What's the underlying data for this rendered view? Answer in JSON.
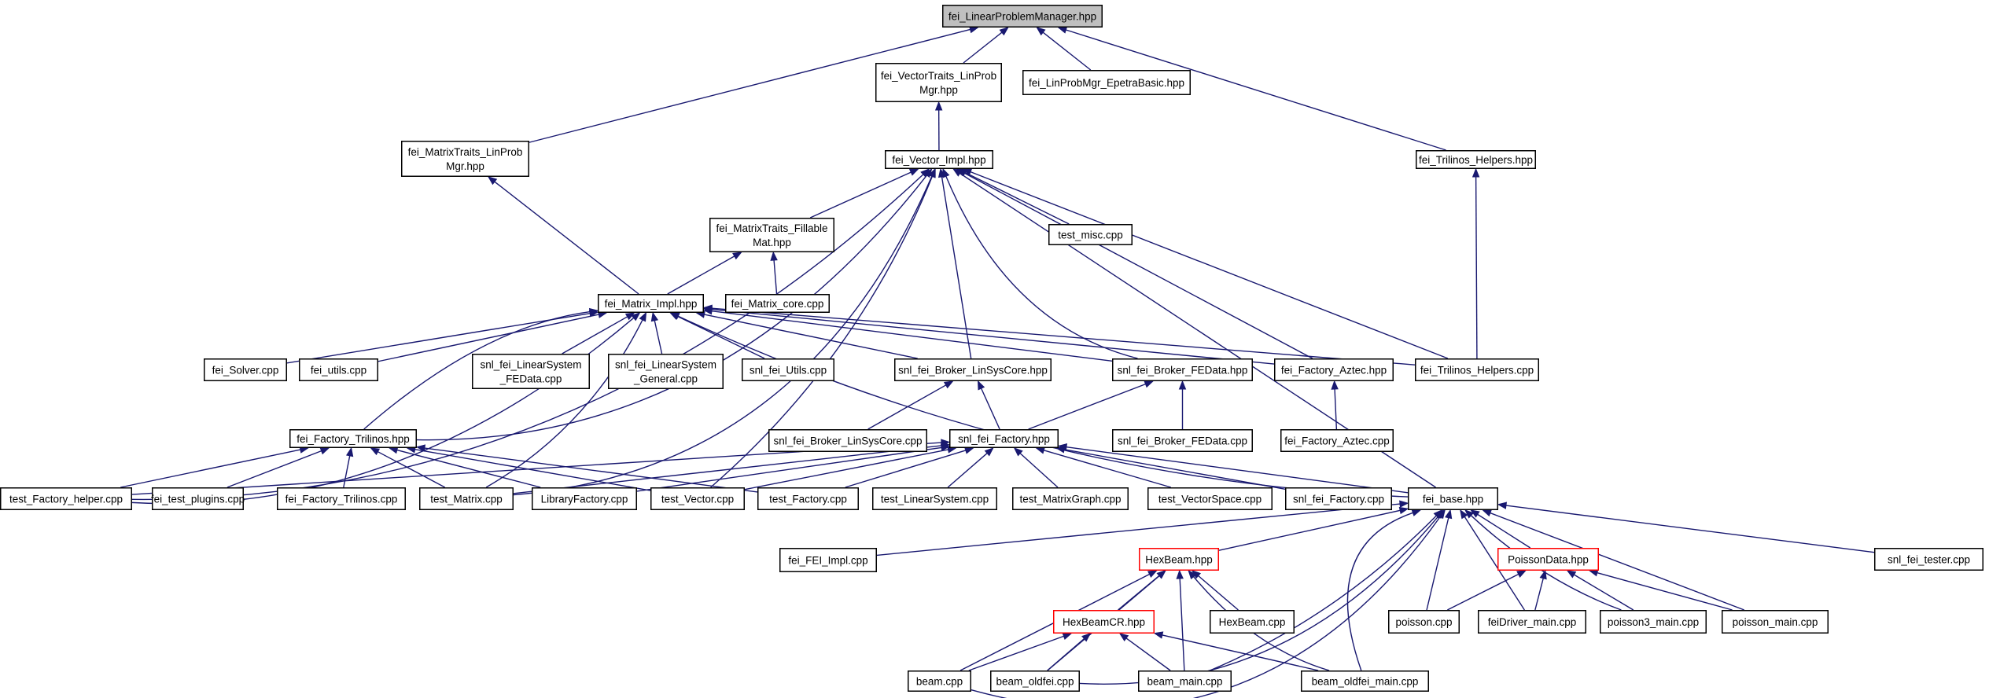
{
  "graph": {
    "edge_color": "#191970",
    "root_fill": "#bfbfbf",
    "truncated_border": "#ff0000",
    "nodes": [
      {
        "id": "lpm",
        "lines": [
          "fei_LinearProblemManager.hpp"
        ],
        "style": "root"
      },
      {
        "id": "vtl",
        "lines": [
          "fei_VectorTraits_LinProb",
          "Mgr.hpp"
        ]
      },
      {
        "id": "lpmeb",
        "lines": [
          "fei_LinProbMgr_EpetraBasic.hpp"
        ]
      },
      {
        "id": "mtl",
        "lines": [
          "fei_MatrixTraits_LinProb",
          "Mgr.hpp"
        ]
      },
      {
        "id": "vimpl",
        "lines": [
          "fei_Vector_Impl.hpp"
        ]
      },
      {
        "id": "trh",
        "lines": [
          "fei_Trilinos_Helpers.hpp"
        ]
      },
      {
        "id": "mtf",
        "lines": [
          "fei_MatrixTraits_Fillable",
          "Mat.hpp"
        ]
      },
      {
        "id": "tmisc",
        "lines": [
          "test_misc.cpp"
        ]
      },
      {
        "id": "mimpl",
        "lines": [
          "fei_Matrix_Impl.hpp"
        ]
      },
      {
        "id": "mcore",
        "lines": [
          "fei_Matrix_core.cpp"
        ]
      },
      {
        "id": "solver",
        "lines": [
          "fei_Solver.cpp"
        ]
      },
      {
        "id": "utils",
        "lines": [
          "fei_utils.cpp"
        ]
      },
      {
        "id": "lsfed",
        "lines": [
          "snl_fei_LinearSystem",
          "_FEData.cpp"
        ]
      },
      {
        "id": "lsgen",
        "lines": [
          "snl_fei_LinearSystem",
          "_General.cpp"
        ]
      },
      {
        "id": "snlutils",
        "lines": [
          "snl_fei_Utils.cpp"
        ]
      },
      {
        "id": "blsch",
        "lines": [
          "snl_fei_Broker_LinSysCore.hpp"
        ]
      },
      {
        "id": "bfedh",
        "lines": [
          "snl_fei_Broker_FEData.hpp"
        ]
      },
      {
        "id": "fazh",
        "lines": [
          "fei_Factory_Aztec.hpp"
        ]
      },
      {
        "id": "trcpp",
        "lines": [
          "fei_Trilinos_Helpers.cpp"
        ]
      },
      {
        "id": "ftrh",
        "lines": [
          "fei_Factory_Trilinos.hpp"
        ]
      },
      {
        "id": "blscc",
        "lines": [
          "snl_fei_Broker_LinSysCore.cpp"
        ]
      },
      {
        "id": "sfh",
        "lines": [
          "snl_fei_Factory.hpp"
        ]
      },
      {
        "id": "bfedc",
        "lines": [
          "snl_fei_Broker_FEData.cpp"
        ]
      },
      {
        "id": "fazc",
        "lines": [
          "fei_Factory_Aztec.cpp"
        ]
      },
      {
        "id": "tfh",
        "lines": [
          "test_Factory_helper.cpp"
        ]
      },
      {
        "id": "tplug",
        "lines": [
          "fei_test_plugins.cpp"
        ]
      },
      {
        "id": "ftrc",
        "lines": [
          "fei_Factory_Trilinos.cpp"
        ]
      },
      {
        "id": "tmat",
        "lines": [
          "test_Matrix.cpp"
        ]
      },
      {
        "id": "libf",
        "lines": [
          "LibraryFactory.cpp"
        ]
      },
      {
        "id": "tvec",
        "lines": [
          "test_Vector.cpp"
        ]
      },
      {
        "id": "tfac",
        "lines": [
          "test_Factory.cpp"
        ]
      },
      {
        "id": "tls",
        "lines": [
          "test_LinearSystem.cpp"
        ]
      },
      {
        "id": "tmg",
        "lines": [
          "test_MatrixGraph.cpp"
        ]
      },
      {
        "id": "tvs",
        "lines": [
          "test_VectorSpace.cpp"
        ]
      },
      {
        "id": "sfc",
        "lines": [
          "snl_fei_Factory.cpp"
        ]
      },
      {
        "id": "base",
        "lines": [
          "fei_base.hpp"
        ]
      },
      {
        "id": "feiimpl",
        "lines": [
          "fei_FEI_Impl.cpp"
        ]
      },
      {
        "id": "hbh",
        "lines": [
          "HexBeam.hpp"
        ],
        "style": "trunc"
      },
      {
        "id": "pdh",
        "lines": [
          "PoissonData.hpp"
        ],
        "style": "trunc"
      },
      {
        "id": "sntester",
        "lines": [
          "snl_fei_tester.cpp"
        ]
      },
      {
        "id": "hbcrh",
        "lines": [
          "HexBeamCR.hpp"
        ],
        "style": "trunc"
      },
      {
        "id": "hbc",
        "lines": [
          "HexBeam.cpp"
        ]
      },
      {
        "id": "poisson",
        "lines": [
          "poisson.cpp"
        ]
      },
      {
        "id": "fdm",
        "lines": [
          "feiDriver_main.cpp"
        ]
      },
      {
        "id": "p3m",
        "lines": [
          "poisson3_main.cpp"
        ]
      },
      {
        "id": "pm",
        "lines": [
          "poisson_main.cpp"
        ]
      },
      {
        "id": "beam",
        "lines": [
          "beam.cpp"
        ]
      },
      {
        "id": "boldfei",
        "lines": [
          "beam_oldfei.cpp"
        ]
      },
      {
        "id": "bmain",
        "lines": [
          "beam_main.cpp"
        ]
      },
      {
        "id": "bofm",
        "lines": [
          "beam_oldfei_main.cpp"
        ]
      }
    ]
  }
}
